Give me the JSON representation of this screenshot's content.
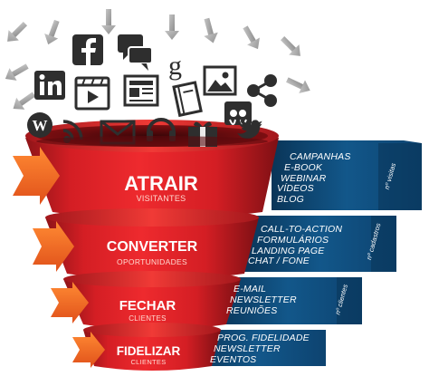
{
  "funnel": {
    "stages": [
      {
        "title": "ATRAIR",
        "subtitle": "VISITANTES",
        "metric": "nº visitas",
        "items": [
          "CAMPANHAS",
          "E-BOOK",
          "WEBINAR",
          "VÍDEOS",
          "BLOG"
        ]
      },
      {
        "title": "CONVERTER",
        "subtitle": "OPORTUNIDADES",
        "metric": "nº cadastros",
        "items": [
          "CALL-TO-ACTION",
          "FORMULÁRIOS",
          "LANDING PAGE",
          "CHAT / FONE"
        ]
      },
      {
        "title": "FECHAR",
        "subtitle": "CLIENTES",
        "metric": "nº clientes",
        "items": [
          "E-MAIL",
          "NEWSLETTER",
          "REUNIÕES"
        ]
      },
      {
        "title": "FIDELIZAR",
        "subtitle": "CLIENTES",
        "metric": "",
        "items": [
          "PROG. FIDELIDADE",
          "NEWSLETTER",
          "EVENTOS"
        ]
      }
    ]
  },
  "icons": [
    "facebook-icon",
    "chat-bubbles-icon",
    "google-icon",
    "linkedin-icon",
    "video-player-icon",
    "newspaper-icon",
    "book-icon",
    "image-icon",
    "share-icon",
    "slideshare-icon",
    "wordpress-icon",
    "rss-icon",
    "email-icon",
    "headset-icon",
    "gift-icon",
    "twitter-icon"
  ],
  "colors": {
    "funnel_red": "#e8262b",
    "funnel_dark": "#8e1418",
    "ribbon_orange": "#f26b22",
    "panel_blue": "#0f4f7e",
    "panel_dark": "#0a3558",
    "icon_gray": "#2e2e2e",
    "arrow_gray": "#9b9b9b"
  }
}
